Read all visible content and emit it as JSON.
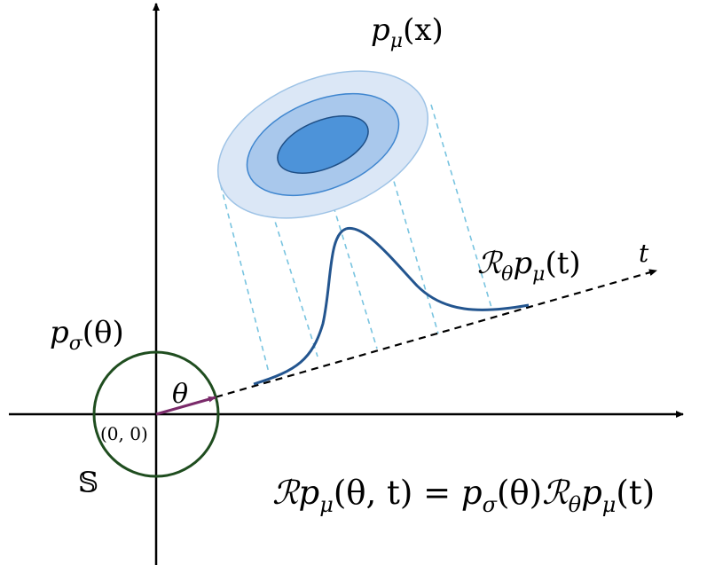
{
  "labels": {
    "density": "p",
    "density_sub": "μ",
    "density_arg": "(x)",
    "projection_R": "ℛ",
    "projection_sub_theta": "θ",
    "projection_p": "p",
    "projection_sub_mu": "μ",
    "projection_arg": "(t)",
    "t_axis": "t",
    "circle_density": "p",
    "circle_sub": "σ",
    "circle_arg": "(θ)",
    "theta": "θ",
    "origin": "(0, 0)",
    "sphere": "𝕊",
    "eq_R": "ℛ",
    "eq_p1": "p",
    "eq_mu1": "μ",
    "eq_args": "(θ, t) = ",
    "eq_p2": "p",
    "eq_sigma": "σ",
    "eq_theta_arg": "(θ)",
    "eq_R2": "ℛ",
    "eq_theta_sub": "θ",
    "eq_p3": "p",
    "eq_mu3": "μ",
    "eq_t_arg": "(t)"
  },
  "colors": {
    "outer_ellipse": "#dbe7f6",
    "middle_ellipse": "#a9c8ec",
    "inner_ellipse": "#4d93d9",
    "ellipse_stroke": "#6aa0d8",
    "inner_stroke": "#1f4f86",
    "curve": "#23558f",
    "dash_projection": "#79c4e0",
    "circle": "#1f4d1f",
    "theta_vector": "#7a2a6a",
    "axis": "#000000"
  }
}
